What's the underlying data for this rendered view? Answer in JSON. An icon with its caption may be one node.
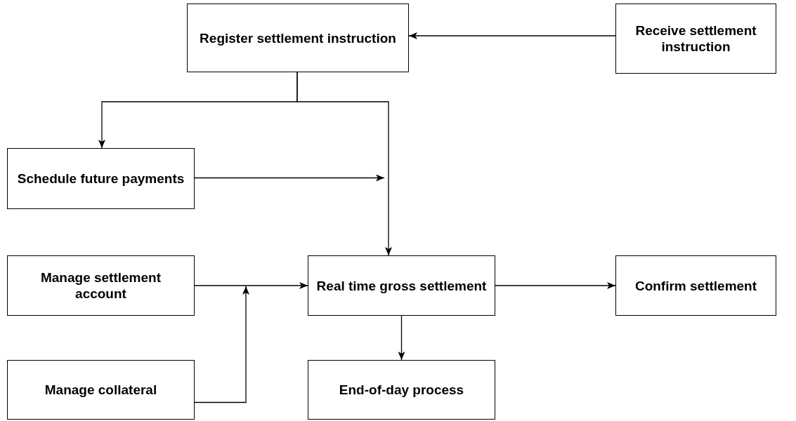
{
  "diagram": {
    "nodes": [
      {
        "text": [
          "Register settlement instruction"
        ]
      },
      {
        "text": [
          "Receive settlement instruction"
        ]
      },
      {
        "text": [
          "Schedule future payments"
        ]
      },
      {
        "text": [
          "Manage settlement account"
        ]
      },
      {
        "text": [
          "Real time gross settlement"
        ]
      },
      {
        "text": [
          "Confirm settlement"
        ]
      },
      {
        "text": [
          "Manage collateral"
        ]
      },
      {
        "text": [
          "End-of-day process"
        ]
      }
    ],
    "edges": [
      {
        "from": 1,
        "to": 0,
        "arrow": "to"
      },
      {
        "from": 0,
        "to": 2,
        "arrow": "to"
      },
      {
        "from": 0,
        "to": 4,
        "arrow": "to"
      },
      {
        "from": 2,
        "to": null,
        "arrow": "to"
      },
      {
        "from": 3,
        "to": 4,
        "arrow": "to"
      },
      {
        "from": 6,
        "to": null,
        "arrow": "to"
      },
      {
        "from": 4,
        "to": 5,
        "arrow": "to"
      },
      {
        "from": 4,
        "to": 7,
        "arrow": "to"
      }
    ]
  }
}
